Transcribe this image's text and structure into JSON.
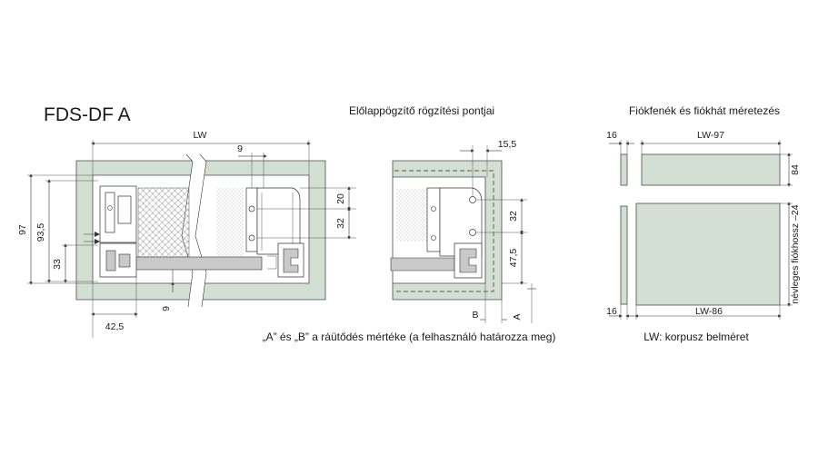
{
  "title": "FDS-DF A",
  "captions": {
    "fixing_points": "Előlapрögzítő rögzítési pontjai",
    "bottom_back": "Fiókfenék és fiókhát méretezés",
    "ab_note": "„A” és „B” a ráütődés mértéke (a felhasználó határozza meg)",
    "lw_note": "LW: korpusz belméret"
  },
  "dims": {
    "lw": "LW",
    "d9_top": "9",
    "d97": "97",
    "d93_5": "93,5",
    "d33": "33",
    "d42_5": "42,5",
    "d9_bottom": "9",
    "d20": "20",
    "d32_a": "32",
    "d15_5": "15,5",
    "d32_b": "32",
    "d47_5": "47,5",
    "b": "B",
    "a": "A",
    "d16_top": "16",
    "lw97": "LW-97",
    "d84": "84",
    "d16_bottom": "16",
    "lw86": "LW-86",
    "nominal": "névleges fiókhossz –24"
  }
}
